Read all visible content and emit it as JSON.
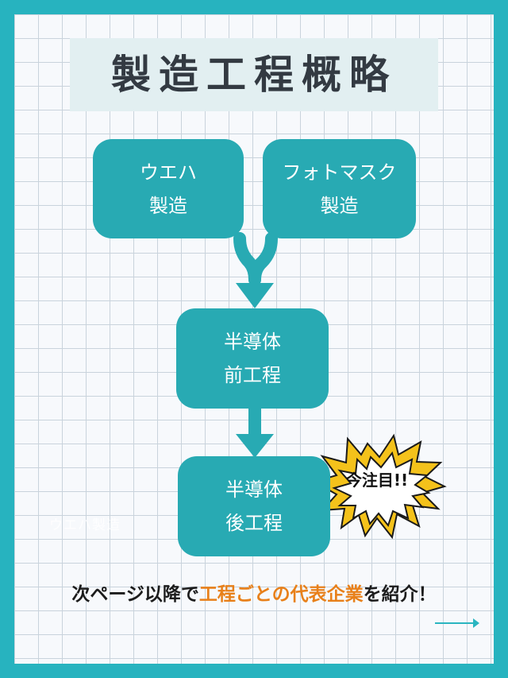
{
  "title": "製造工程概略",
  "nodes": {
    "wafer": {
      "line1": "ウエハ",
      "line2": "製造"
    },
    "photomask": {
      "line1": "フォトマスク",
      "line2": "製造"
    },
    "front_end": {
      "line1": "半導体",
      "line2": "前工程"
    },
    "back_end": {
      "line1": "半導体",
      "line2": "後工程"
    }
  },
  "callout": "今注目!!",
  "watermark": "ウエハ製造",
  "footer": {
    "before": "次ページ以降で",
    "highlight": "工程ごとの代表企業",
    "after": "を紹介！"
  },
  "colors": {
    "frame": "#27b3bf",
    "node": "#28aab3",
    "highlight": "#e8801a",
    "burst": "#f4c21b"
  },
  "icons": [
    "next-arrow-icon",
    "down-arrow-icon",
    "burst-icon"
  ]
}
